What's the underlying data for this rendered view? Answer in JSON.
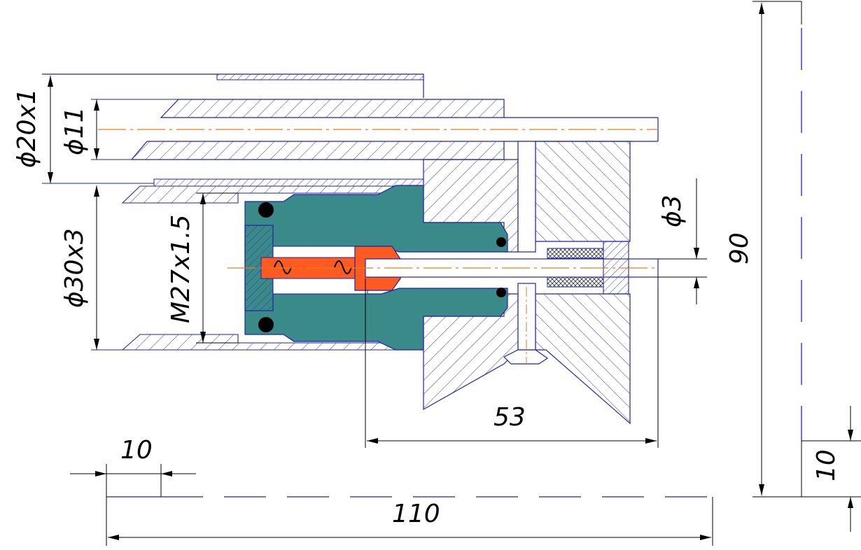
{
  "colors": {
    "outline": "#2222aa",
    "hatch": "#3a3aa0",
    "dimension": "#000000",
    "centerline": "#e08020",
    "body_teal": "#3a8a8a",
    "spring_rod": "#ff5a1f",
    "seal": "#000000"
  },
  "dimensions": {
    "outer_tube": "ϕ20x1",
    "inner_bore": "ϕ11",
    "housing_tube": "ϕ30x3",
    "thread": "M27x1.5",
    "pin": "ϕ3",
    "pin_offset": "90",
    "insert_depth": "53",
    "left_margin": "10",
    "total_width": "110",
    "bottom_margin": "10"
  },
  "icons": {
    "hatch_pattern": "diagonal-hatch-pattern",
    "seal_ring": "o-ring-seal-icon",
    "spring": "coil-spring-icon",
    "arrowhead": "dimension-arrowhead-icon"
  }
}
